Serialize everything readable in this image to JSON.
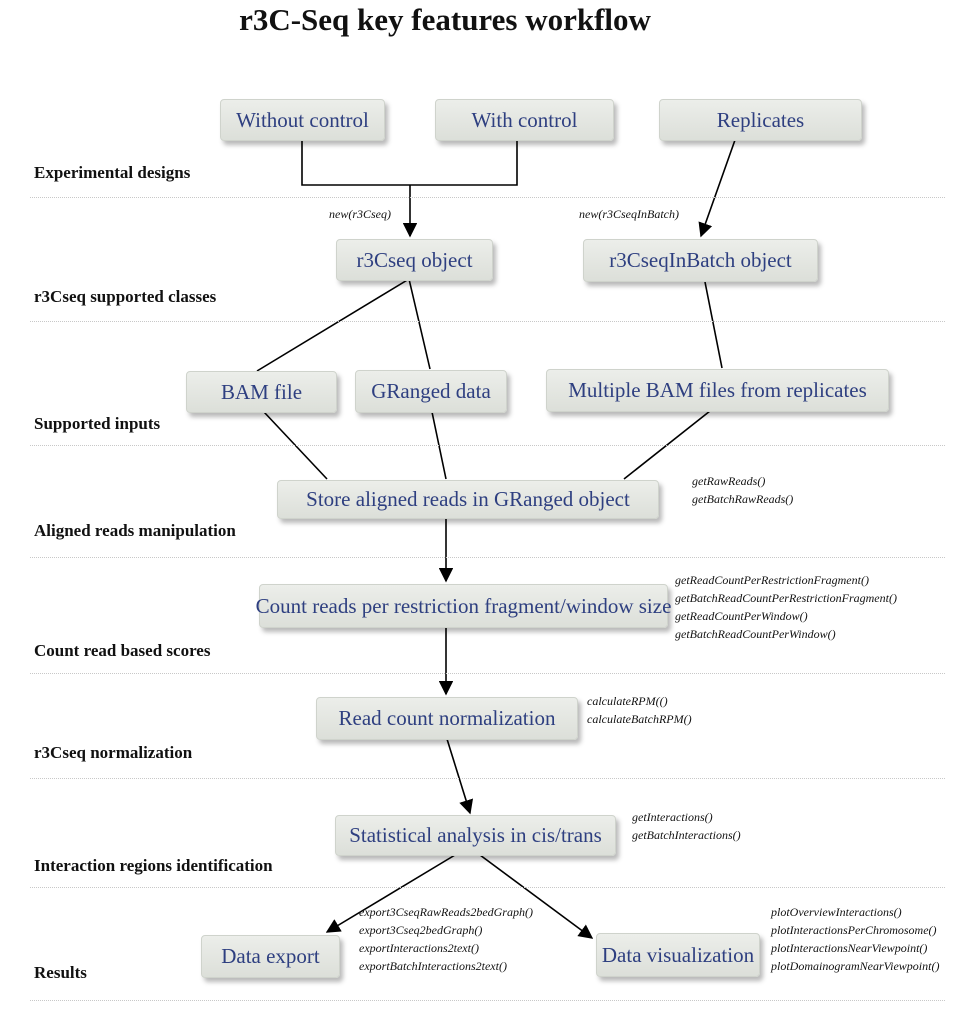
{
  "title": "r3C-Seq key features workflow",
  "sections": [
    "Experimental designs",
    "r3Cseq supported classes",
    "Supported inputs",
    "Aligned reads manipulation",
    "Count read based scores",
    "r3Cseq normalization",
    "Interaction regions identification",
    "Results"
  ],
  "boxes": {
    "without_control": "Without control",
    "with_control": "With control",
    "replicates": "Replicates",
    "r3cseq_object": "r3Cseq object",
    "r3cseqinbatch_object": "r3CseqInBatch object",
    "bam_file": "BAM file",
    "granged_data": "GRanged data",
    "multiple_bam": "Multiple BAM files from replicates",
    "store_aligned": "Store aligned reads in GRanged object",
    "count_reads": "Count reads per restriction fragment/window size",
    "read_count_norm": "Read count normalization",
    "statistical_analysis": "Statistical analysis in cis/trans",
    "data_export": "Data export",
    "data_visualization": "Data visualization"
  },
  "functions": {
    "new_r3cseq": "new(r3Cseq)",
    "new_r3cseqinbatch": "new(r3CseqInBatch)",
    "aligned": [
      "getRawReads()",
      "getBatchRawReads()"
    ],
    "count": [
      "getReadCountPerRestrictionFragment()",
      "getBatchReadCountPerRestrictionFragment()",
      "getReadCountPerWindow()",
      "getBatchReadCountPerWindow()"
    ],
    "normalization": [
      "calculateRPM(()",
      "calculateBatchRPM()"
    ],
    "interactions": [
      "getInteractions()",
      "getBatchInteractions()"
    ],
    "export": [
      "export3CseqRawReads2bedGraph()",
      "export3Cseq2bedGraph()",
      "exportInteractions2text()",
      "exportBatchInteractions2text()"
    ],
    "visualization": [
      "plotOverviewInteractions()",
      "plotInteractionsPerChromosome()",
      "plotInteractionsNearViewpoint()",
      "plotDomainogramNearViewpoint()"
    ]
  }
}
